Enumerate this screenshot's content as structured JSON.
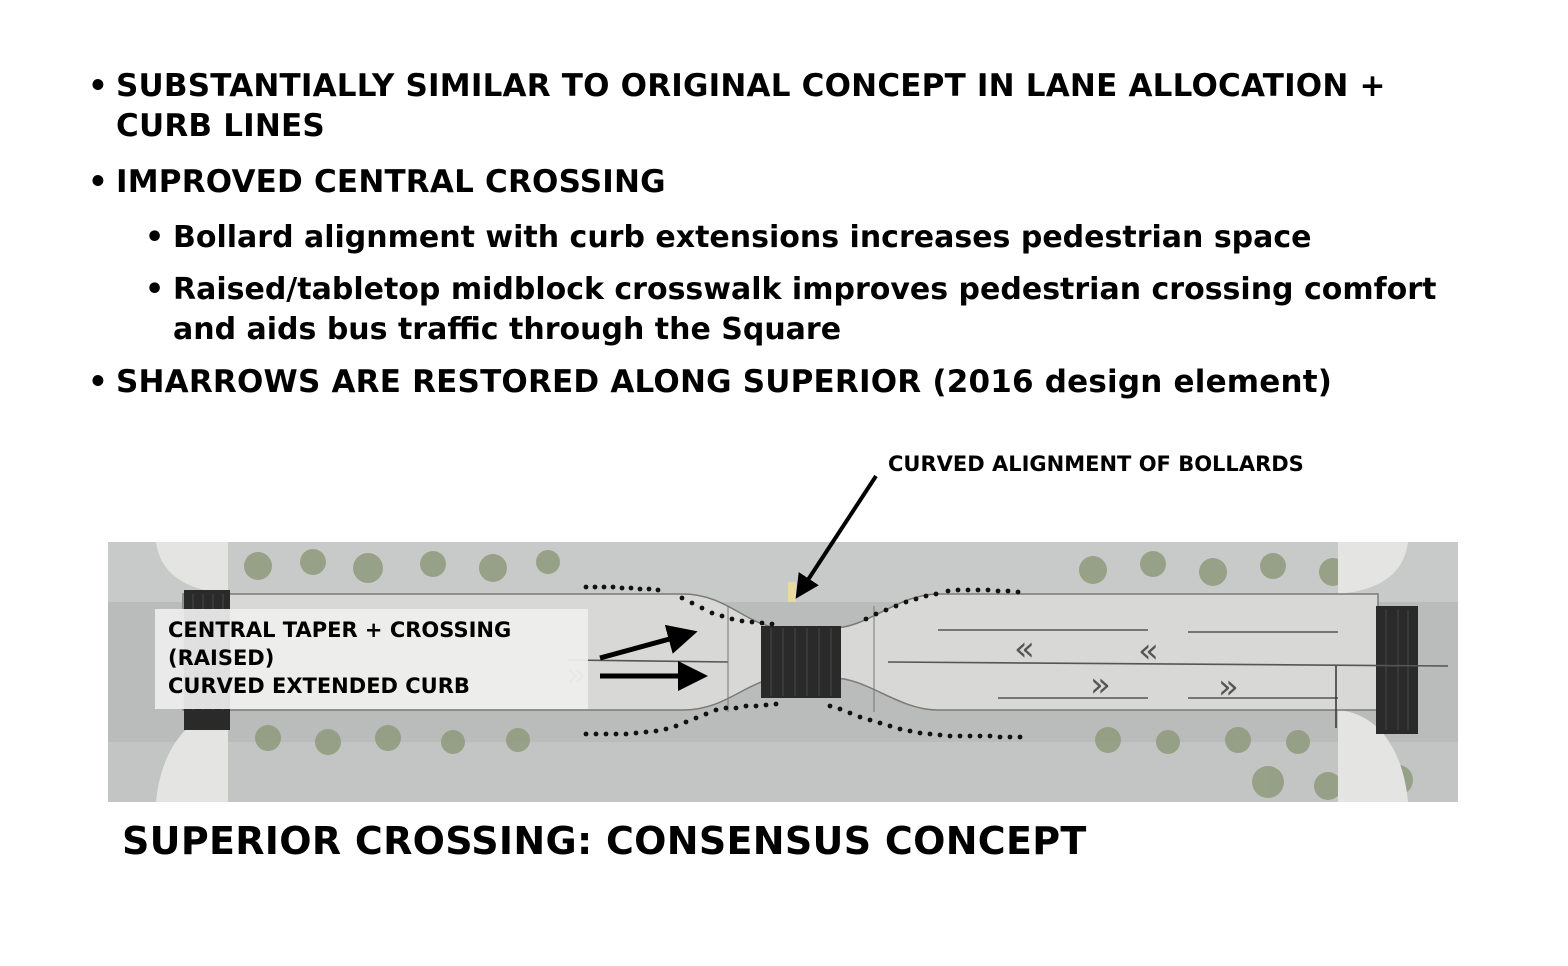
{
  "bullets": [
    {
      "text": "SUBSTANTIALLY SIMILAR TO ORIGINAL CONCEPT IN LANE ALLOCATION + CURB LINES"
    },
    {
      "text": "IMPROVED CENTRAL CROSSING"
    },
    {
      "sub": "Bollard alignment with curb extensions increases pedestrian space"
    },
    {
      "sub": "Raised/tabletop midblock crosswalk improves pedestrian crossing comfort and aids bus traffic through the Square"
    },
    {
      "text": "SHARROWS ARE RESTORED ALONG SUPERIOR (2016 design element)"
    }
  ],
  "diagram": {
    "callout_top": "CURVED ALIGNMENT OF BOLLARDS",
    "overlay_line1": "CENTRAL TAPER + CROSSING",
    "overlay_line2": "(RAISED)",
    "overlay_line3": "CURVED EXTENDED CURB",
    "sharrow_left": "«",
    "sharrow_right": "»"
  },
  "caption": "SUPERIOR CROSSING: CONSENSUS CONCEPT"
}
